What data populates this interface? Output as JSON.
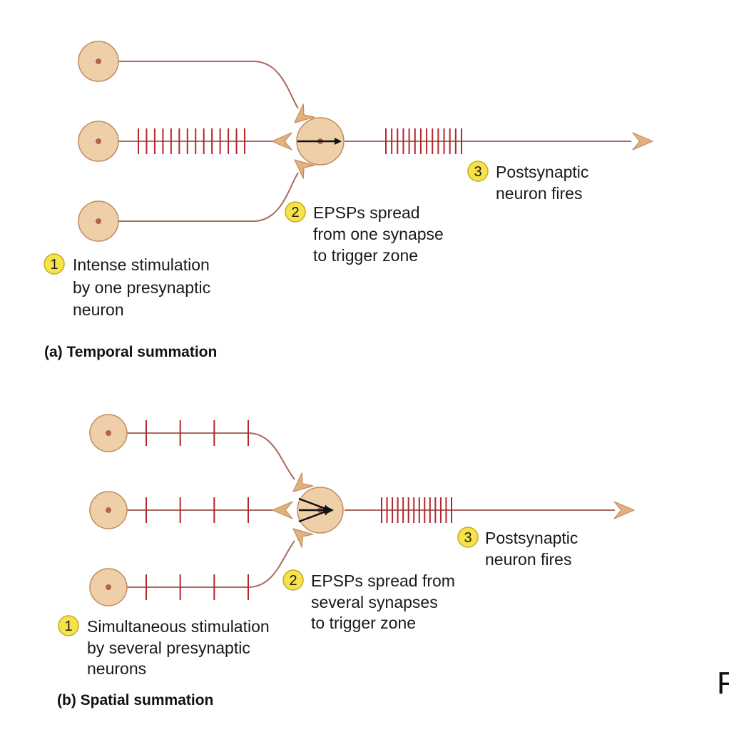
{
  "colors": {
    "axon": "#a86a5c",
    "spike": "#b3262c",
    "cell_fill": "#efcfa8",
    "cell_stroke": "#c18a62",
    "nucleus": "#b5614c",
    "terminal_fill": "#e2b27a",
    "badge_fill": "#f6e24a",
    "badge_stroke": "#c8a91a",
    "arrow": "#111111"
  },
  "panel_a": {
    "caption": "(a) Temporal summation",
    "step1": {
      "num": "1",
      "lines": [
        "Intense stimulation",
        "by one presynaptic",
        "neuron"
      ]
    },
    "step2": {
      "num": "2",
      "lines": [
        "EPSPs spread",
        "from one synapse",
        "to trigger zone"
      ]
    },
    "step3": {
      "num": "3",
      "lines": [
        "Postsynaptic",
        "neuron fires"
      ]
    }
  },
  "panel_b": {
    "caption": "(b) Spatial summation",
    "step1": {
      "num": "1",
      "lines": [
        "Simultaneous stimulation",
        "by several presynaptic",
        "neurons"
      ]
    },
    "step2": {
      "num": "2",
      "lines": [
        "EPSPs spread from",
        "several synapses",
        "to trigger zone"
      ]
    },
    "step3": {
      "num": "3",
      "lines": [
        "Postsynaptic",
        "neuron fires"
      ]
    }
  },
  "edge_fragment": "F"
}
